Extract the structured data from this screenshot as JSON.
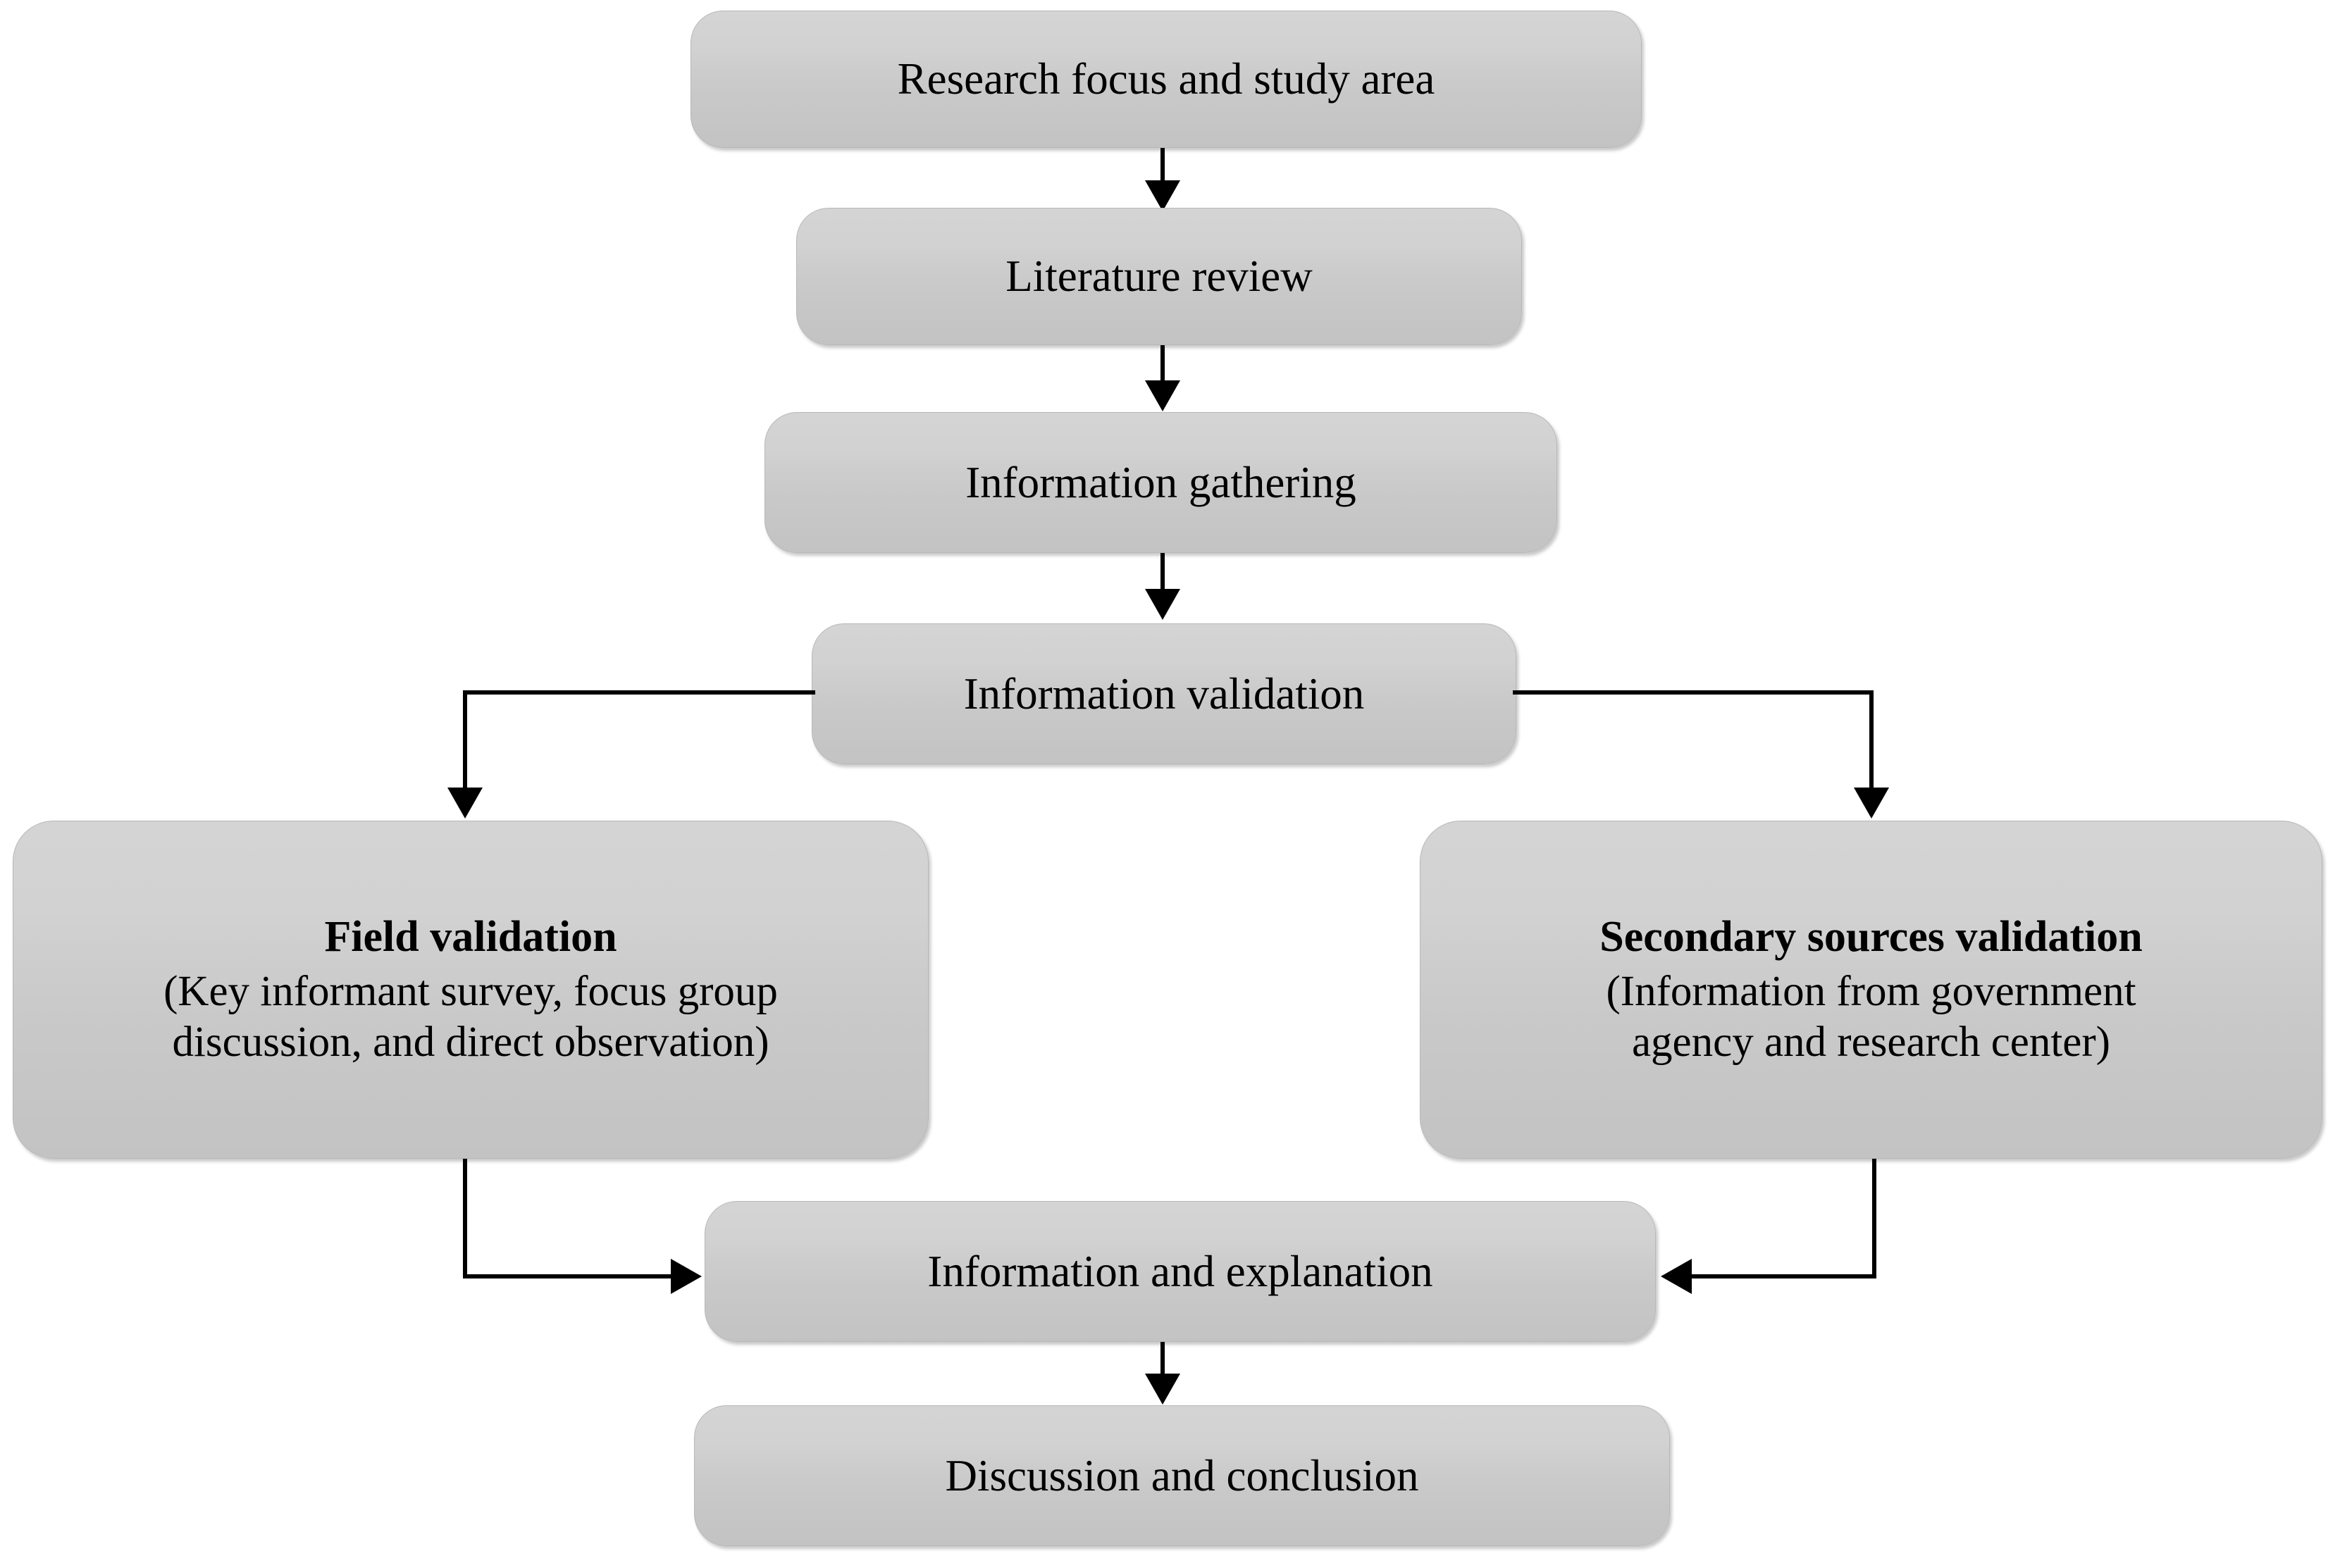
{
  "diagram": {
    "type": "flowchart",
    "orientation": "top-to-bottom",
    "background_color": "#ffffff",
    "node_fill_color": "#cccccc",
    "connector_color": "#000000",
    "nodes": [
      {
        "id": "research-focus",
        "label": "Research focus and study area"
      },
      {
        "id": "literature-review",
        "label": "Literature review"
      },
      {
        "id": "information-gathering",
        "label": "Information gathering"
      },
      {
        "id": "information-validation",
        "label": "Information validation"
      },
      {
        "id": "field-validation",
        "title": "Field validation",
        "detail_line1": "(Key informant survey, focus group",
        "detail_line2": "discussion, and direct observation)"
      },
      {
        "id": "secondary-sources-validation",
        "title": "Secondary sources validation",
        "detail_line1": "(Information from government",
        "detail_line2": "agency and research center)"
      },
      {
        "id": "information-explanation",
        "label": "Information and explanation"
      },
      {
        "id": "discussion-conclusion",
        "label": "Discussion and conclusion"
      }
    ],
    "edges": [
      {
        "from": "research-focus",
        "to": "literature-review",
        "style": "straight-down"
      },
      {
        "from": "literature-review",
        "to": "information-gathering",
        "style": "straight-down"
      },
      {
        "from": "information-gathering",
        "to": "information-validation",
        "style": "straight-down"
      },
      {
        "from": "information-validation",
        "to": "field-validation",
        "style": "elbow-left-down"
      },
      {
        "from": "information-validation",
        "to": "secondary-sources-validation",
        "style": "elbow-right-down"
      },
      {
        "from": "field-validation",
        "to": "information-explanation",
        "style": "elbow-down-right"
      },
      {
        "from": "secondary-sources-validation",
        "to": "information-explanation",
        "style": "elbow-down-left"
      },
      {
        "from": "information-explanation",
        "to": "discussion-conclusion",
        "style": "straight-down"
      }
    ]
  }
}
